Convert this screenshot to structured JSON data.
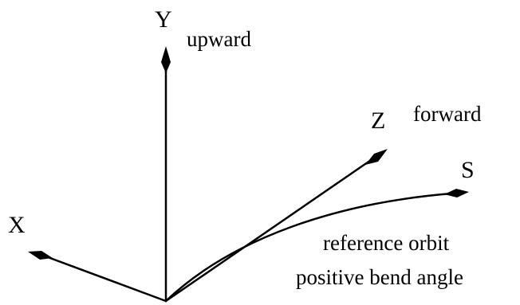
{
  "axes": {
    "y": {
      "letter": "Y",
      "description": "upward"
    },
    "z": {
      "letter": "Z",
      "description": "forward"
    },
    "x": {
      "letter": "X"
    },
    "s": {
      "letter": "S",
      "description_line1": "reference orbit",
      "description_line2": "positive bend angle"
    }
  },
  "colors": {
    "stroke": "#000000",
    "background": "#ffffff"
  }
}
